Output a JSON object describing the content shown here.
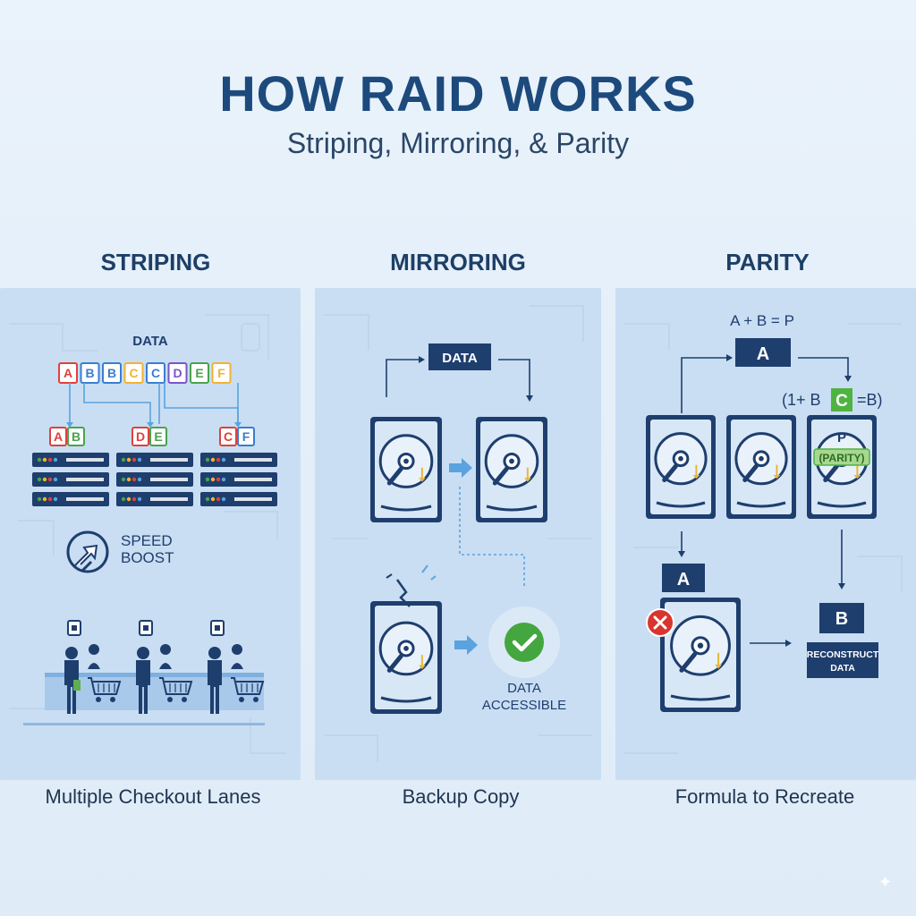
{
  "header": {
    "title": "HOW RAID WORKS",
    "subtitle": "Striping, Mirroring, & Parity"
  },
  "striping": {
    "heading": "STRIPING",
    "data_label": "DATA",
    "blocks": [
      {
        "label": "A",
        "color": "#e0413b"
      },
      {
        "label": "B",
        "color": "#3a7ed1"
      },
      {
        "label": "B",
        "color": "#3a7ed1"
      },
      {
        "label": "C",
        "color": "#f2b233"
      },
      {
        "label": "C",
        "color": "#3a7ed1"
      },
      {
        "label": "D",
        "color": "#7a55c9"
      },
      {
        "label": "E",
        "color": "#4aa34d"
      },
      {
        "label": "F",
        "color": "#f2b233"
      }
    ],
    "drive_blocks": [
      [
        {
          "label": "A",
          "color": "#e0413b"
        },
        {
          "label": "B",
          "color": "#4aa34d"
        }
      ],
      [
        {
          "label": "D",
          "color": "#e0413b"
        },
        {
          "label": "E",
          "color": "#4aa34d"
        }
      ],
      [
        {
          "label": "C",
          "color": "#e0413b"
        },
        {
          "label": "F",
          "color": "#3a7ed1"
        }
      ]
    ],
    "boost_line1": "SPEED",
    "boost_line2": "BOOST",
    "caption": "Multiple Checkout Lanes"
  },
  "mirroring": {
    "heading": "MIRRORING",
    "data_label": "DATA",
    "status_line1": "DATA",
    "status_line2": "ACCESSIBLE",
    "caption": "Backup Copy"
  },
  "parity": {
    "heading": "PARITY",
    "formula": "A + B = P",
    "block_a": "A",
    "equation_pre": "(1+ B",
    "equation_box": "C",
    "equation_post": "=B)",
    "parity_letter": "P",
    "parity_tag": "(PARITY)",
    "failed_label": "A",
    "recovered_label": "B",
    "reconstruct_line1": "RECONSTRUCT",
    "reconstruct_line2": "DATA",
    "caption": "Formula to Recreate"
  },
  "colors": {
    "navy": "#1e3e6e",
    "panel": "#c9def3",
    "accent_blue": "#5aa3df",
    "success": "#44a63f",
    "error": "#d9352f",
    "arrow_yellow": "#e8b73a"
  }
}
